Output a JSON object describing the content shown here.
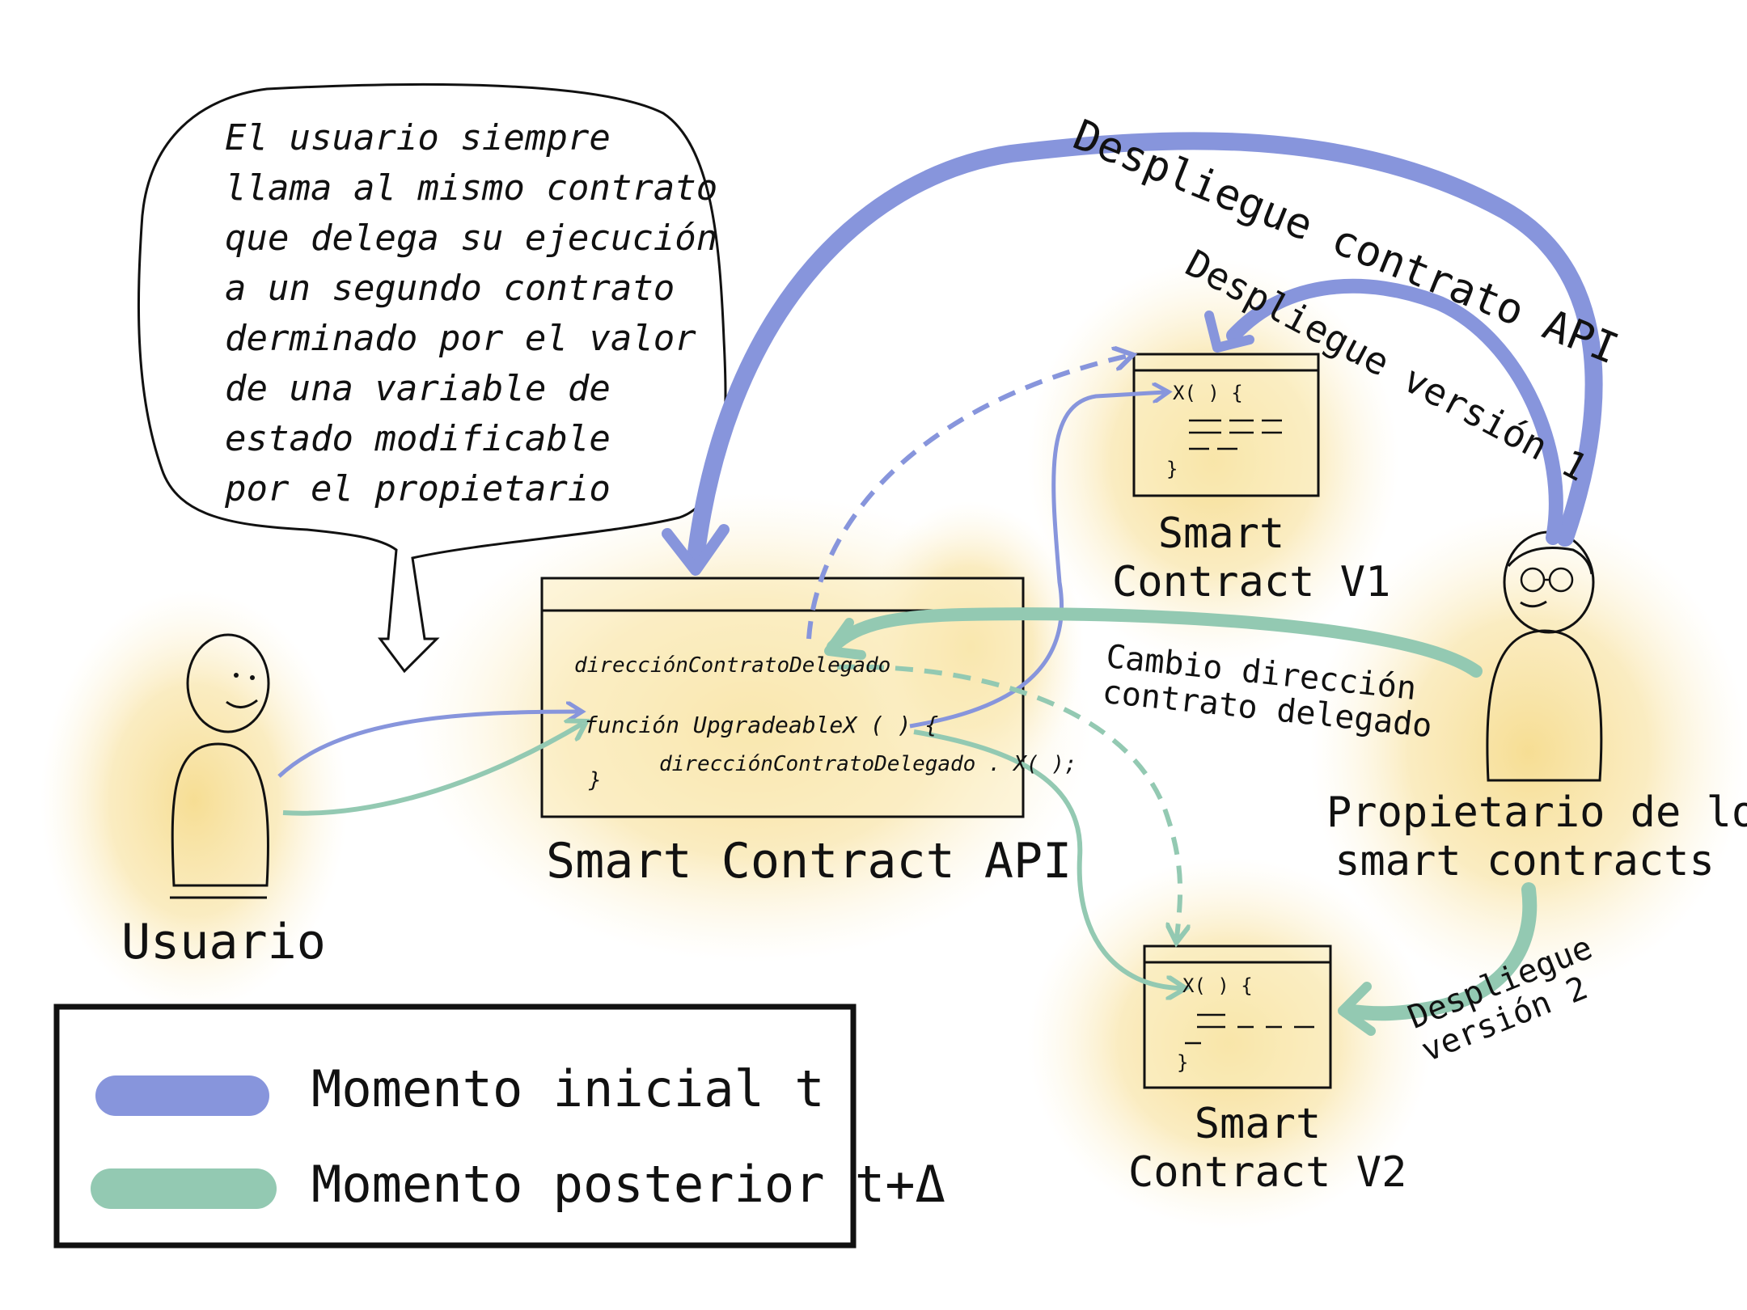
{
  "speech_bubble": {
    "lines": [
      "El usuario siempre",
      "llama al mismo contrato",
      "que delega su ejecución",
      "a un segundo contrato",
      "derminado por el valor",
      "de una variable de",
      "estado modificable",
      "por el propietario"
    ]
  },
  "actors": {
    "user_label": "Usuario",
    "owner_label_line1": "Propietario de los",
    "owner_label_line2": "smart contracts"
  },
  "api_contract": {
    "label": "Smart Contract API",
    "code_line1": "direcciónContratoDelegado",
    "code_line2": "función UpgradeableX ( ) {",
    "code_line3": "direcciónContratoDelegado . X( );",
    "code_line4": "}"
  },
  "v1_contract": {
    "label_line1": "Smart",
    "label_line2": "Contract V1",
    "code_open": "X( ) {",
    "code_close": "}"
  },
  "v2_contract": {
    "label_line1": "Smart",
    "label_line2": "Contract V2",
    "code_open": "X( ) {",
    "code_close": "}"
  },
  "arrow_labels": {
    "deploy_api": "Despliegue contrato API",
    "deploy_v1": "Despliegue versión 1",
    "change_line1": "Cambio dirección",
    "change_line2": "contrato delegado",
    "deploy_v2_line1": "Despliegue",
    "deploy_v2_line2": "versión 2"
  },
  "legend": {
    "initial_label": "Momento inicial t",
    "later_label": "Momento posterior t+Δ",
    "initial_color": "#8795dc",
    "later_color": "#93c9b2"
  }
}
